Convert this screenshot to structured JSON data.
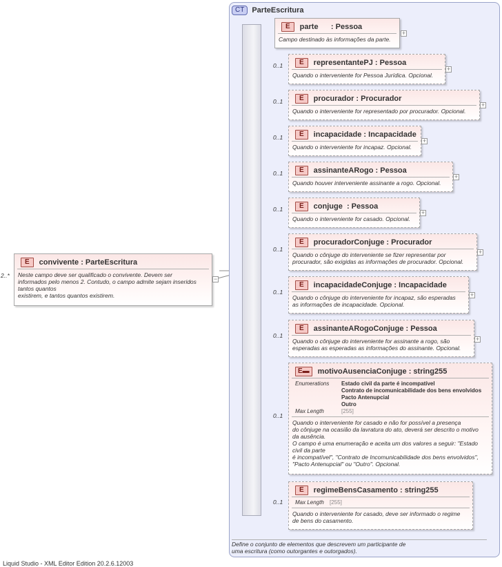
{
  "complex_type": {
    "badge": "CT",
    "name": "ParteEscritura",
    "description": "Define o conjunto de elementos que descrevem um participante de\numa escritura (como outorgantes e outorgados)."
  },
  "root": {
    "badge": "E",
    "cardinality": "2..*",
    "name": "convivente : ParteEscritura",
    "description": "Neste campo deve ser qualificado o convivente. Devem ser\ninformados pelo menos 2. Contudo, o campo admite sejam inseridos\ntantos quantos\nexistirem, e tantos quantos existirem."
  },
  "elements": [
    {
      "badge": "E",
      "cardinality": "",
      "name": "parte      : Pessoa",
      "description": "Campo destinado às informações da parte."
    },
    {
      "badge": "E",
      "cardinality": "0..1",
      "name": "representantePJ : Pessoa",
      "description": "Quando o interveniente for Pessoa Jurídica. Opcional."
    },
    {
      "badge": "E",
      "cardinality": "0..1",
      "name": "procurador : Procurador",
      "description": "Quando o interveniente for representado por procurador. Opcional."
    },
    {
      "badge": "E",
      "cardinality": "0..1",
      "name": "incapacidade : Incapacidade",
      "description": "Quando o interveniente for incapaz. Opcional."
    },
    {
      "badge": "E",
      "cardinality": "0..1",
      "name": "assinanteARogo : Pessoa",
      "description": "Quando houver interveniente assinante a rogo. Opcional."
    },
    {
      "badge": "E",
      "cardinality": "0..1",
      "name": "conjuge  : Pessoa",
      "description": "Quando o interveniente for casado. Opcional."
    },
    {
      "badge": "E",
      "cardinality": "0..1",
      "name": "procuradorConjuge : Procurador",
      "description": "Quando o cônjuge do interveniente se fizer representar por\nprocurador, são exigidas as informações de procurador. Opcional."
    },
    {
      "badge": "E",
      "cardinality": "0..1",
      "name": "incapacidadeConjuge : Incapacidade",
      "description": "Quando o cônjuge do interveniente for incapaz, são esperadas\nas informações de incapacidade. Opcional."
    },
    {
      "badge": "E",
      "cardinality": "0..1",
      "name": "assinanteARogoConjuge : Pessoa",
      "description": "Quando o cônjuge do interveniente for assinante a rogo, são\nesperadas as esperadas as informações do assinante. Opcional."
    },
    {
      "badge": "E",
      "cardinality": "0..1",
      "name": "motivoAusenciaConjuge : string255",
      "enumerations_label": "Enumerations",
      "enumerations": [
        "Estado civil da parte é incompatível",
        "Contrato de incomunicabilidade dos bens envolvidos",
        "Pacto Antenupcial",
        "Outro"
      ],
      "max_length_label": "Max Length",
      "max_length": "[255]",
      "description": "Quando o interveniente for casado e não for possível a presença\ndo cônjuge na ocasião da lavratura do ato, deverá ser descrito o motivo\nda ausência.\nO campo é uma enumeração e aceita um dos valores a seguir: \"Estado\ncivil da parte\né incompatível\", \"Contrato de Incomunicabilidade dos bens envolvidos\",\n\"Pacto Antenupcial\" ou \"Outro\". Opcional."
    },
    {
      "badge": "E",
      "cardinality": "0..1",
      "name": "regimeBensCasamento : string255",
      "max_length_label": "Max Length",
      "max_length": "[255]",
      "description": "Quando o interveniente for casado, deve ser informado o regime\nde bens do casamento."
    }
  ],
  "status_bar": "Liquid Studio - XML Editor Edition 20.2.6.12003"
}
